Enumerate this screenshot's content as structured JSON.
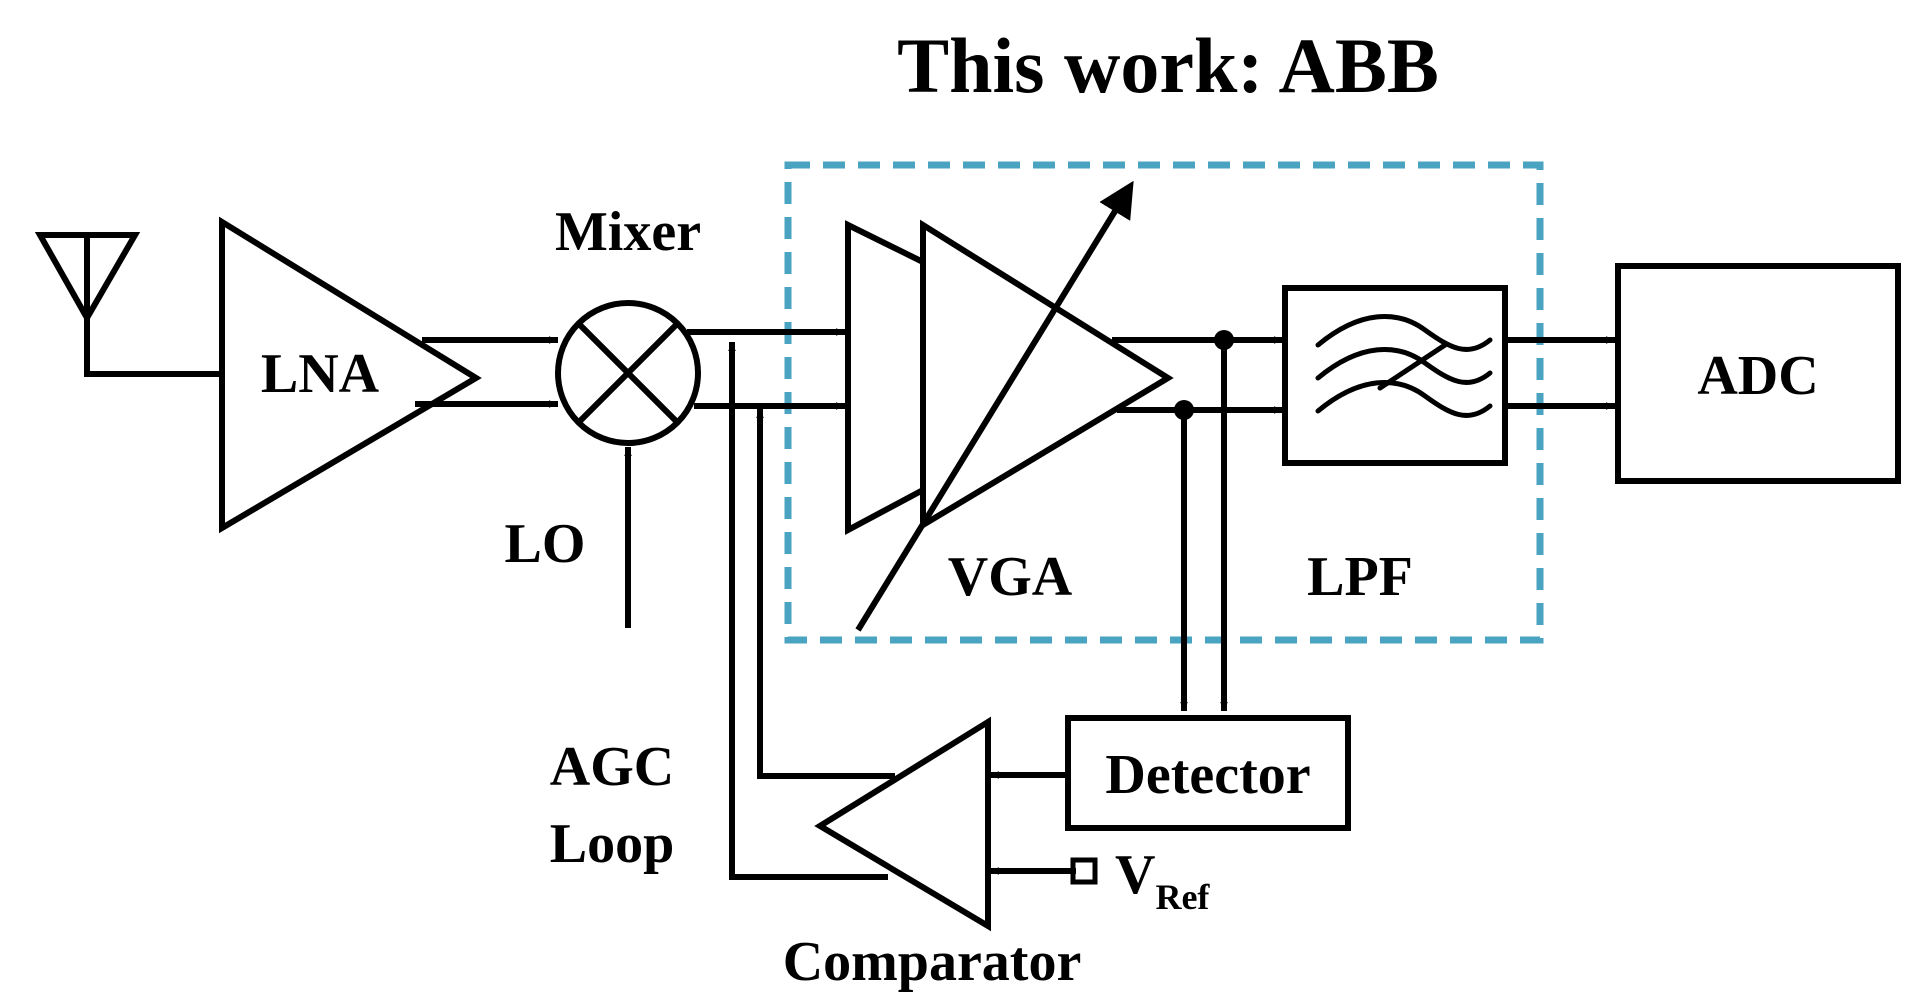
{
  "title": "This work: ABB",
  "blocks": {
    "lna": "LNA",
    "mixer": "Mixer",
    "lo": "LO",
    "vga": "VGA",
    "lpf": "LPF",
    "adc": "ADC",
    "detector": "Detector",
    "comparator": "Comparator",
    "agc_line1": "AGC",
    "agc_line2": "Loop",
    "vref_main": "V",
    "vref_sub": "Ref"
  },
  "colors": {
    "abb_boundary": "#4aa3c0",
    "lines": "#000000",
    "background": "#ffffff"
  },
  "icons": {
    "antenna": "antenna-icon",
    "mixer": "mixer-cross-icon",
    "lpf": "lowpass-wave-icon"
  }
}
